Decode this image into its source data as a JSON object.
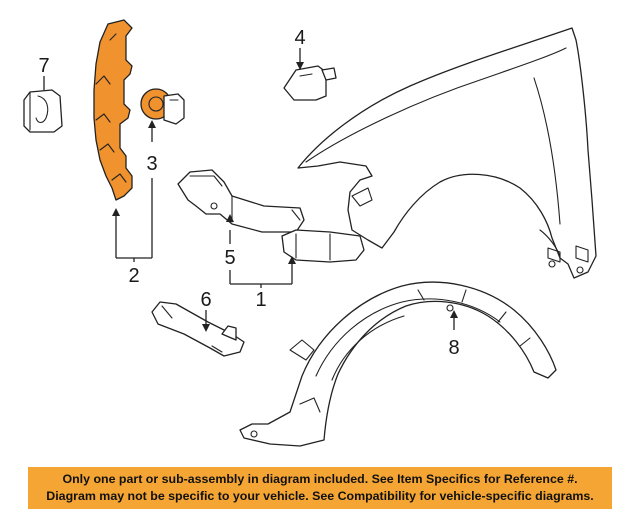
{
  "callouts": {
    "c1": "1",
    "c2": "2",
    "c3": "3",
    "c4": "4",
    "c5": "5",
    "c6": "6",
    "c7": "7",
    "c8": "8"
  },
  "highlight_color": "#f0922e",
  "banner": {
    "line1": "Only one part or sub-assembly in diagram included. See Item Specifics for Reference #.",
    "line2": "Diagram may not be specific to your vehicle. See Compatibility for vehicle-specific diagrams.",
    "background": "#f5a533"
  }
}
